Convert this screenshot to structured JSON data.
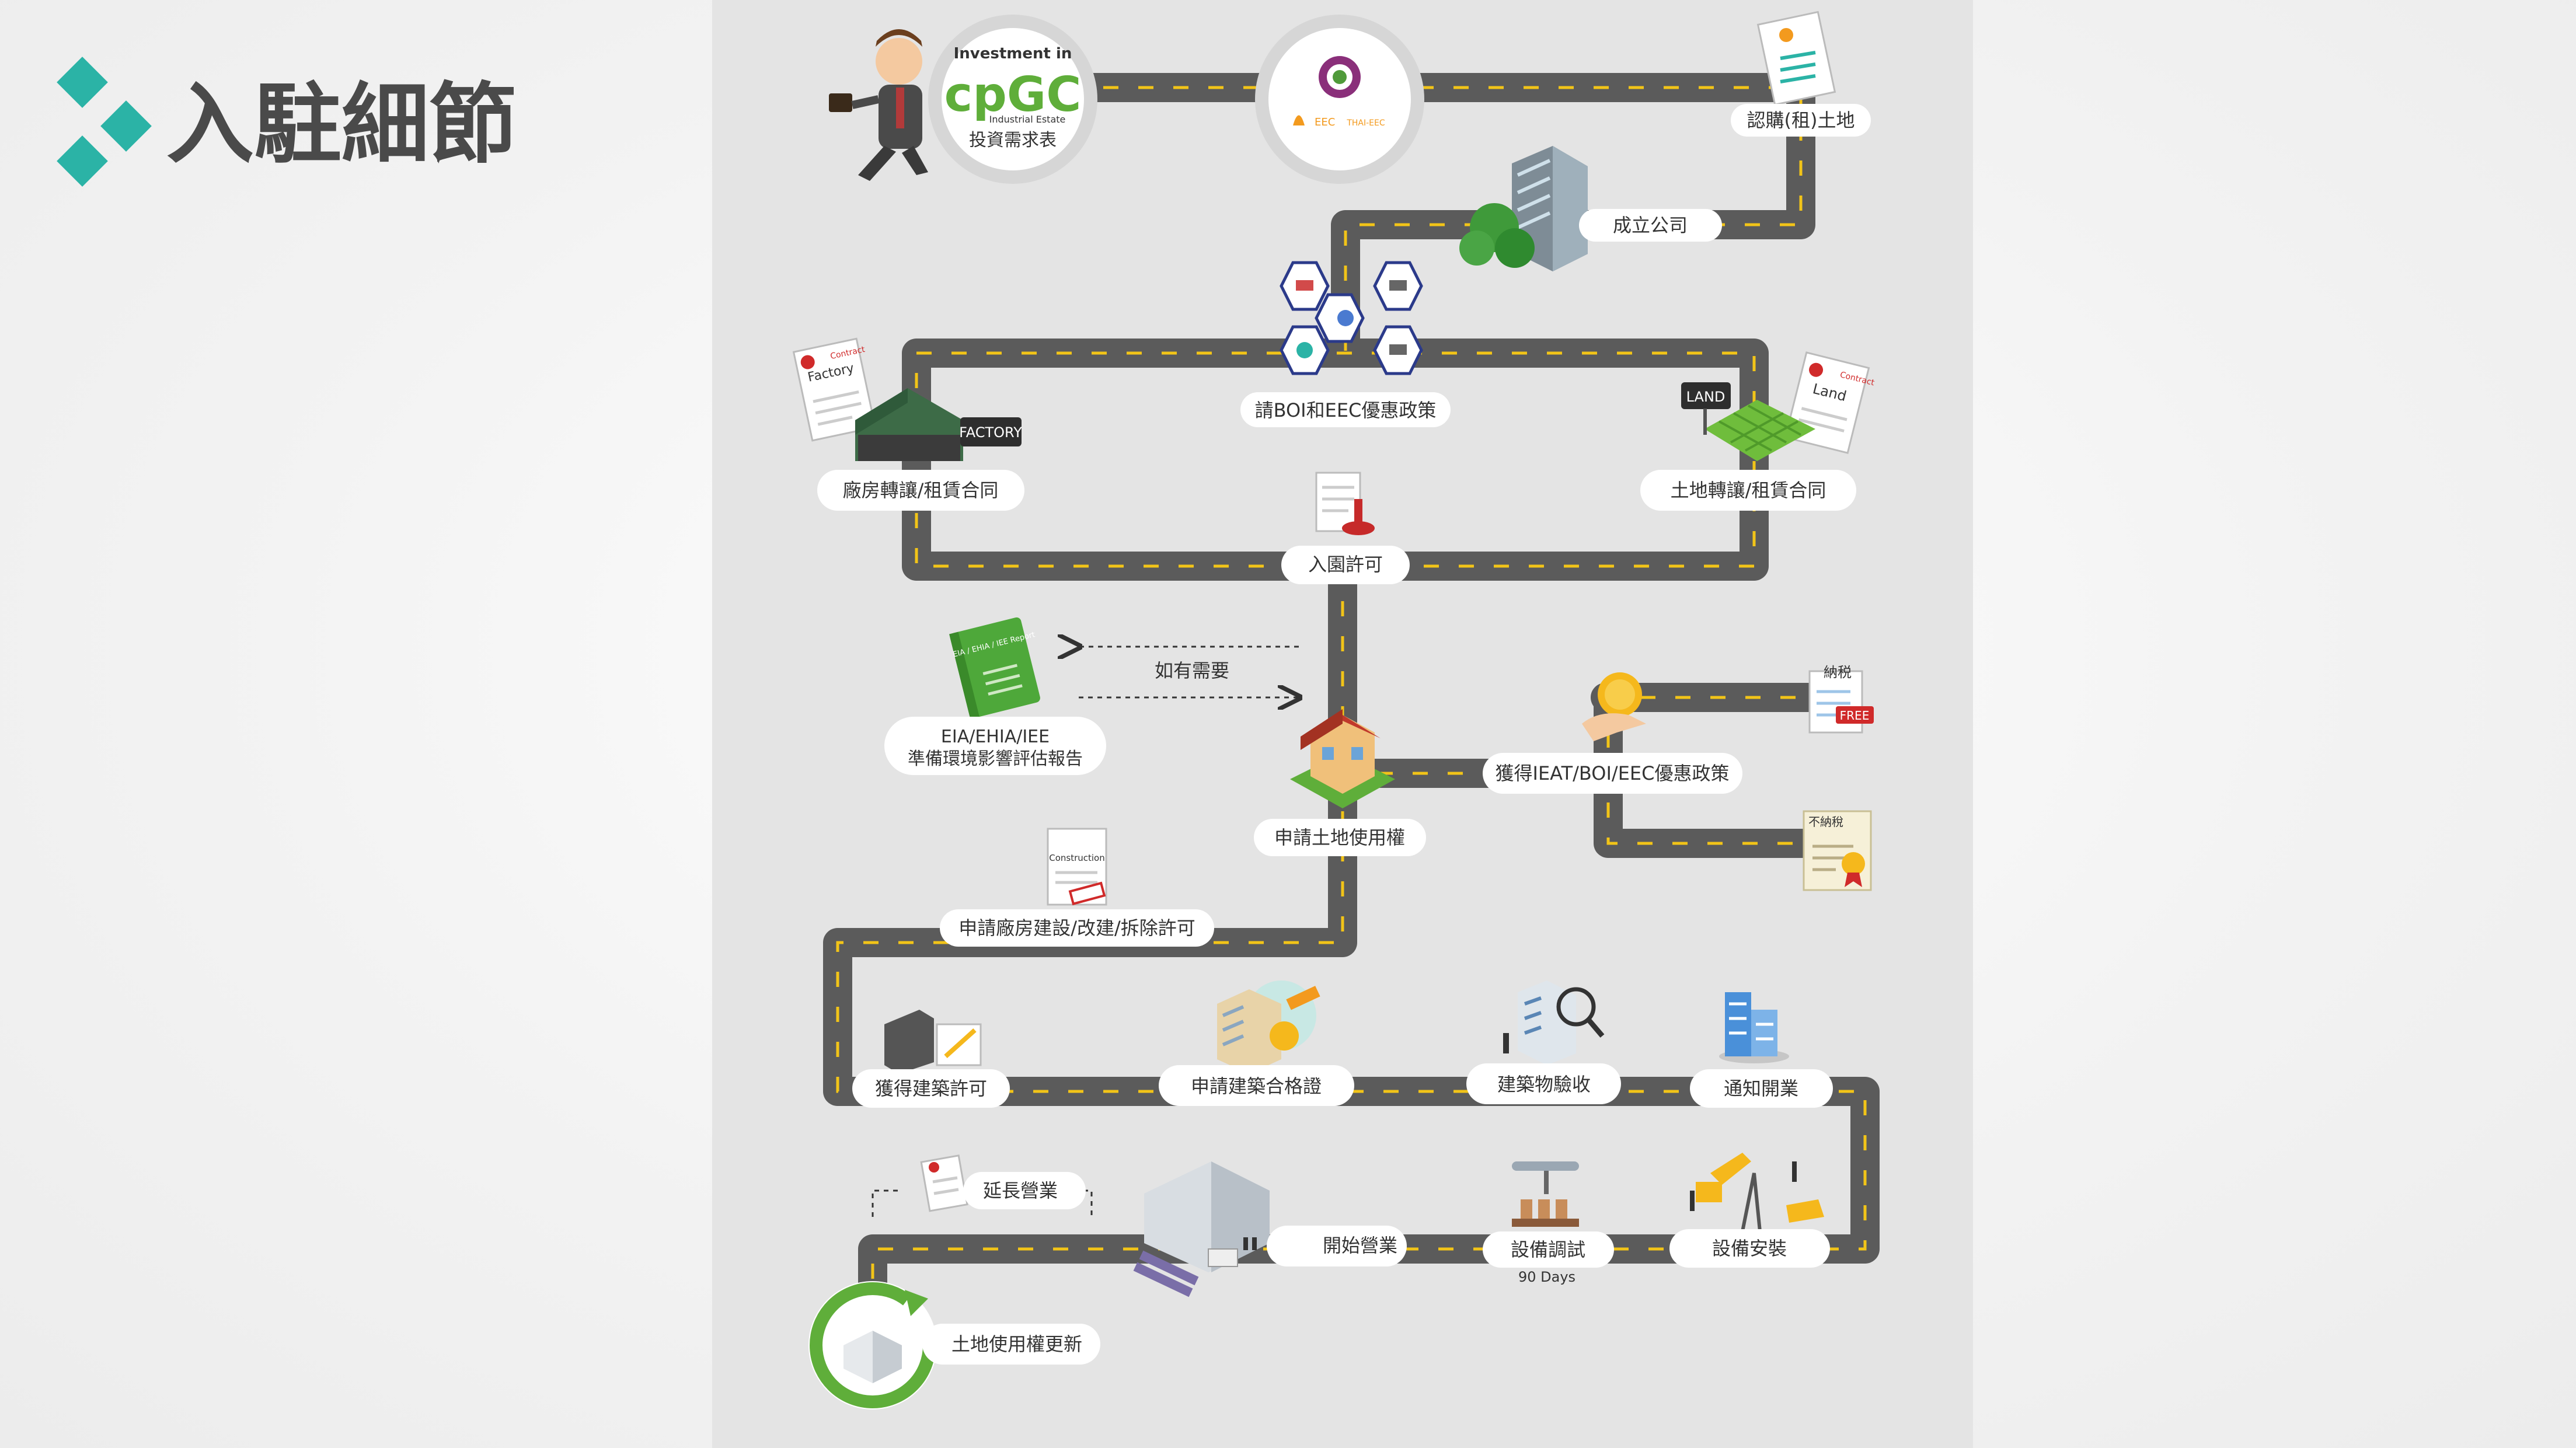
{
  "page_title": "入駐細節",
  "colors": {
    "accent": "#2bb3a6",
    "road": "#5b5b5b",
    "road_dash": "#f2c418",
    "panel": "#e4e4e4",
    "pill": "#ffffff",
    "green": "#5fae3a"
  },
  "start": {
    "investment_in": "Investment in",
    "logo_text": "cpGC",
    "logo_sub": "Industrial Estate",
    "label": "投資需求表"
  },
  "eec_logo": {
    "left": "EEC",
    "right": "THAI-EEC"
  },
  "steps": {
    "buy_land": "認購(租)土地",
    "set_company": "成立公司",
    "boi_eec": "請BOI和EEC優惠政策",
    "factory_contract": "廠房轉讓/租賃合同",
    "land_contract": "土地轉讓/租賃合同",
    "estate_permit": "入園許可",
    "if_needed": "如有需要",
    "eia_line1": "EIA/EHIA/IEE",
    "eia_line2": "準備環境影響評估報告",
    "ieat_policy": "獲得IEAT/BOI/EEC優惠政策",
    "land_use": "申請土地使用權",
    "build_permit_apply": "申請廠房建設/改建/拆除許可",
    "build_permit_get": "獲得建築許可",
    "build_cert": "申請建築合格證",
    "inspection": "建築物驗收",
    "notify_open": "通知開業",
    "extend": "延長營業",
    "start_business": "開始營業",
    "commissioning": "設備調試",
    "ninety_days": "90 Days",
    "install": "設備安裝",
    "renew": "土地使用權更新"
  },
  "tags": {
    "factory_sign": "FACTORY",
    "land_sign": "LAND",
    "contract_factory": "Factory",
    "contract_land": "Land",
    "contract_small": "Contract",
    "tax": "納税",
    "free": "FREE",
    "no_tax": "不納稅",
    "construction": "Construction",
    "eia_book": "EIA / EHIA / IEE Report"
  }
}
